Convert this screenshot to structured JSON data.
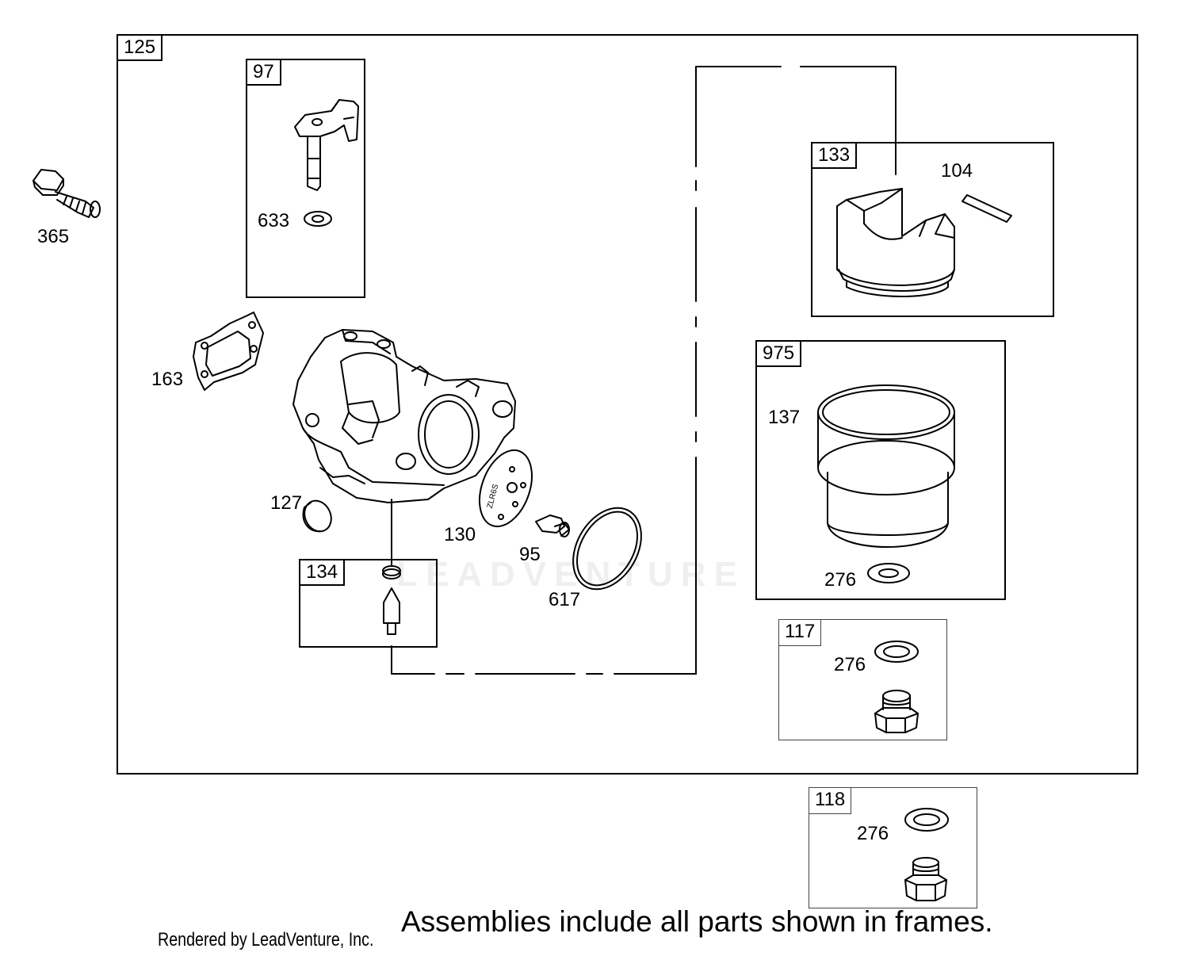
{
  "watermark": "LEADVENTURE",
  "frames": {
    "f125": "125",
    "f97": "97",
    "f133": "133",
    "f975": "975",
    "f134": "134",
    "f117": "117",
    "f118": "118"
  },
  "parts": {
    "p365": "365",
    "p633": "633",
    "p104": "104",
    "p163": "163",
    "p137": "137",
    "p127": "127",
    "p130": "130",
    "p95": "95",
    "p276a": "276",
    "p617": "617",
    "p276b": "276",
    "p276c": "276"
  },
  "footer": {
    "rendered_by": "Rendered by LeadVenture, Inc.",
    "note": "Assemblies include all parts shown in frames."
  }
}
